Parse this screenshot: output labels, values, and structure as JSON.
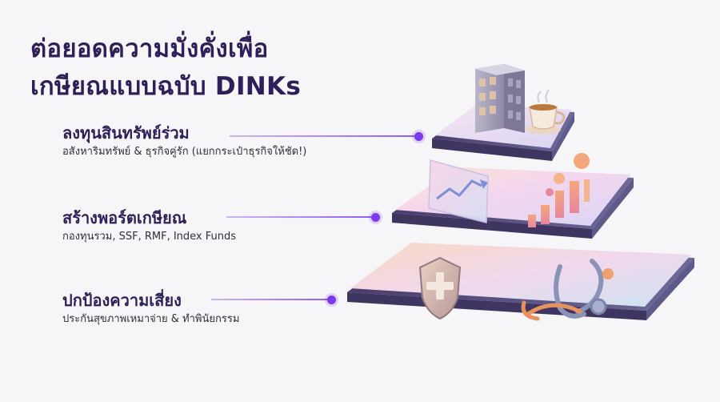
{
  "title": {
    "line1": "ต่อยอดความมั่งคั่งเพื่อ",
    "line2": "เกษียณแบบฉบับ DINKs"
  },
  "tiers": [
    {
      "heading": "ลงทุนสินทรัพย์ร่วม",
      "subtext": "อสังหาริมทรัพย์ & ธุรกิจคู่รัก (แยกกระเป๋าธุรกิจให้ชัด!)"
    },
    {
      "heading": "สร้างพอร์ตเกษียณ",
      "subtext": "กองทุนรวม, SSF, RMF, Index Funds"
    },
    {
      "heading": "ปกป้องความเสี่ยง",
      "subtext": "ประกันสุขภาพเหมาจ่าย & ทำพินัยกรรม"
    }
  ],
  "icons": {
    "top": [
      "building-icon",
      "coffee-cup-icon"
    ],
    "middle": [
      "growth-chart-icon",
      "coins-icon",
      "bar-chart-icon"
    ],
    "bottom": [
      "shield-cross-icon",
      "stethoscope-icon"
    ]
  },
  "colors": {
    "title": "#2e1f5a",
    "accent": "#7c3aed"
  }
}
